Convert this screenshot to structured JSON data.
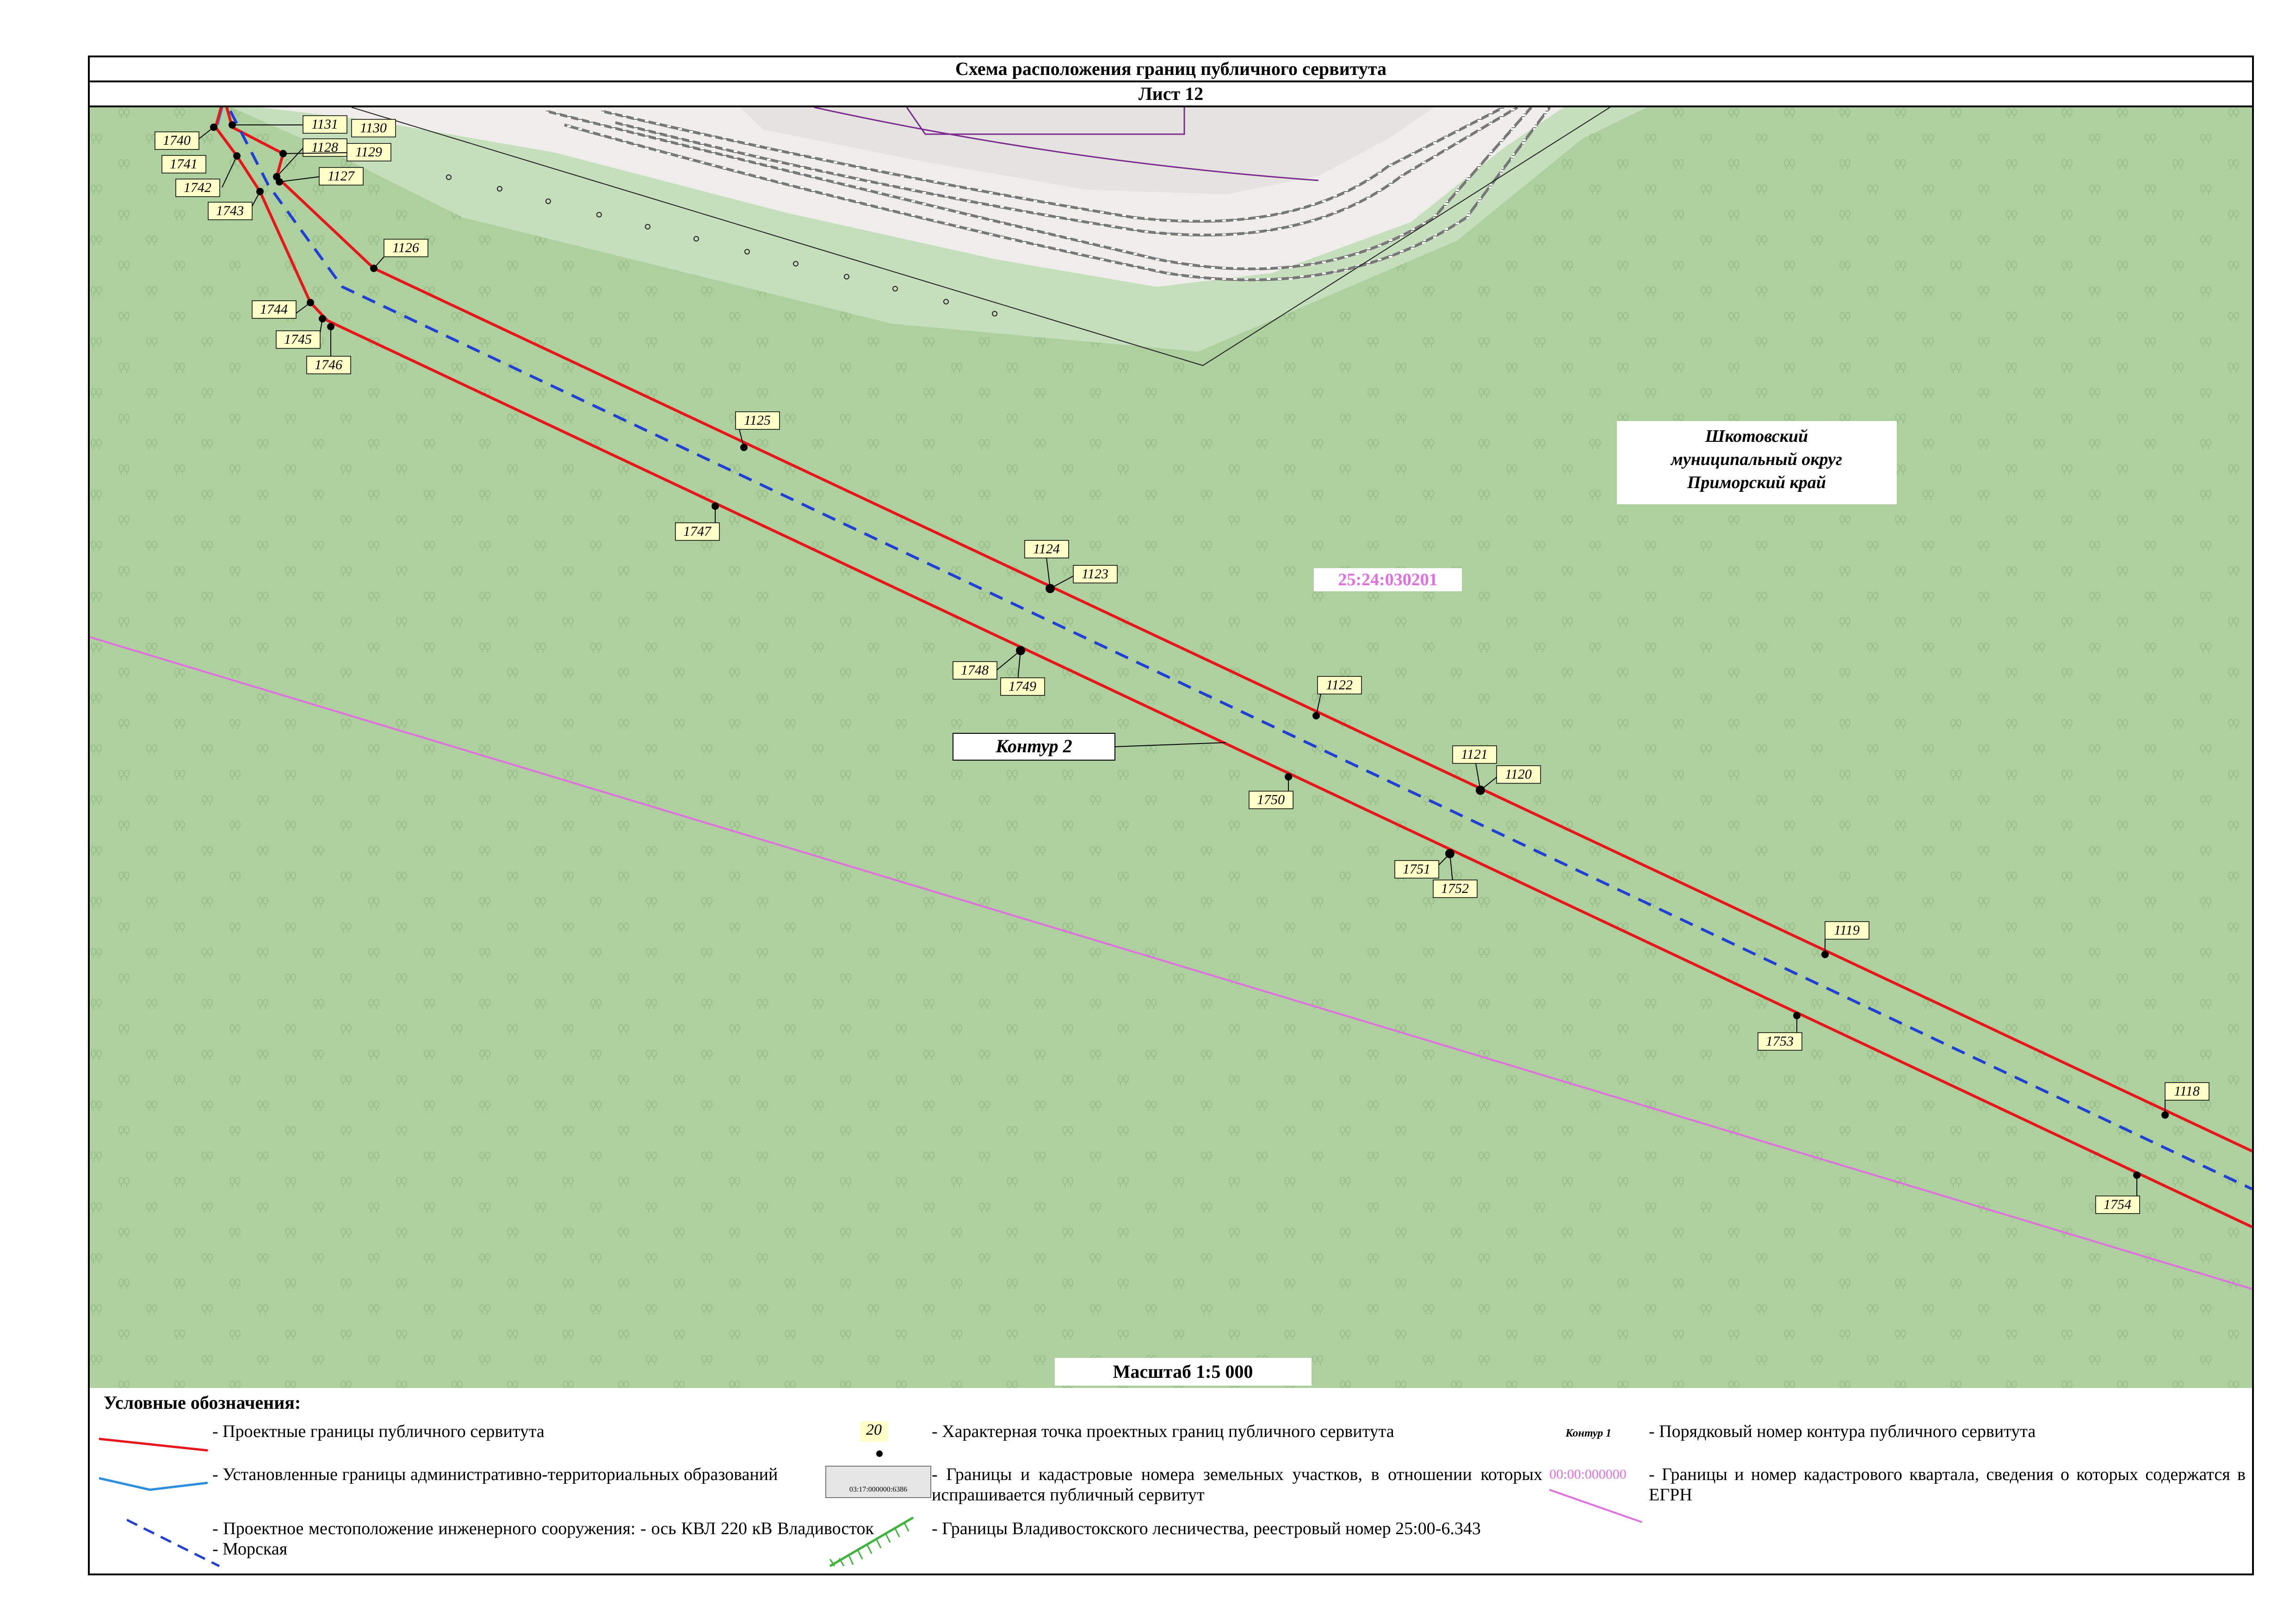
{
  "header": {
    "title": "Схема расположения границ публичного сервитута",
    "sheet": "Лист 12"
  },
  "map": {
    "region_label": [
      "Шкотовский",
      "муниципальный округ",
      "Приморский край"
    ],
    "quarter_number": "25:24:030201",
    "contour_label": "Контур 2",
    "scale_label": "Масштаб 1:5 000",
    "points": {
      "p1740": "1740",
      "p1741": "1741",
      "p1742": "1742",
      "p1743": "1743",
      "p1744": "1744",
      "p1745": "1745",
      "p1746": "1746",
      "p1747": "1747",
      "p1748": "1748",
      "p1749": "1749",
      "p1750": "1750",
      "p1751": "1751",
      "p1752": "1752",
      "p1753": "1753",
      "p1754": "1754",
      "p1131": "1131",
      "p1130": "1130",
      "p1128": "1128",
      "p1129": "1129",
      "p1127": "1127",
      "p1126": "1126",
      "p1125": "1125",
      "p1124": "1124",
      "p1123": "1123",
      "p1122": "1122",
      "p1121": "1121",
      "p1120": "1120",
      "p1119": "1119",
      "p1118": "1118"
    },
    "colors": {
      "forest": "#aed09e",
      "road_area": "#c5dfbd",
      "servitude_boundary": "#e8161b",
      "axis_line": "#1f3fd6",
      "admin_boundary": "#2b8ee0",
      "quarter_boundary": "#e070e0"
    }
  },
  "legend": {
    "title": "Условные обозначения:",
    "items": {
      "servitude": "- Проектные границы публичного сервитута",
      "admin": "- Установленные границы административно-территориальных образований",
      "axis": "- Проектное местоположение инженерного сооружения: - ось КВЛ 220 кВ Владивосток - Морская",
      "point": "- Характерная точка проектных границ публичного сервитута",
      "parcels": "- Границы и кадастровые номера земельных участков, в отношении которых испрашивается публичный сервитут",
      "forestry": "- Границы Владивостокского лесничества, реестровый номер 25:00-6.343",
      "contour": "- Порядковый номер контура публичного сервитута",
      "quarter": "- Границы и номер кадастрового квартала, сведения о которых содержатся в ЕГРН"
    },
    "samples": {
      "point_number": "20",
      "parcel_number": "03:17:000000:6386",
      "contour_sample": "Контур 1",
      "quarter_sample": "00:00:000000"
    }
  }
}
